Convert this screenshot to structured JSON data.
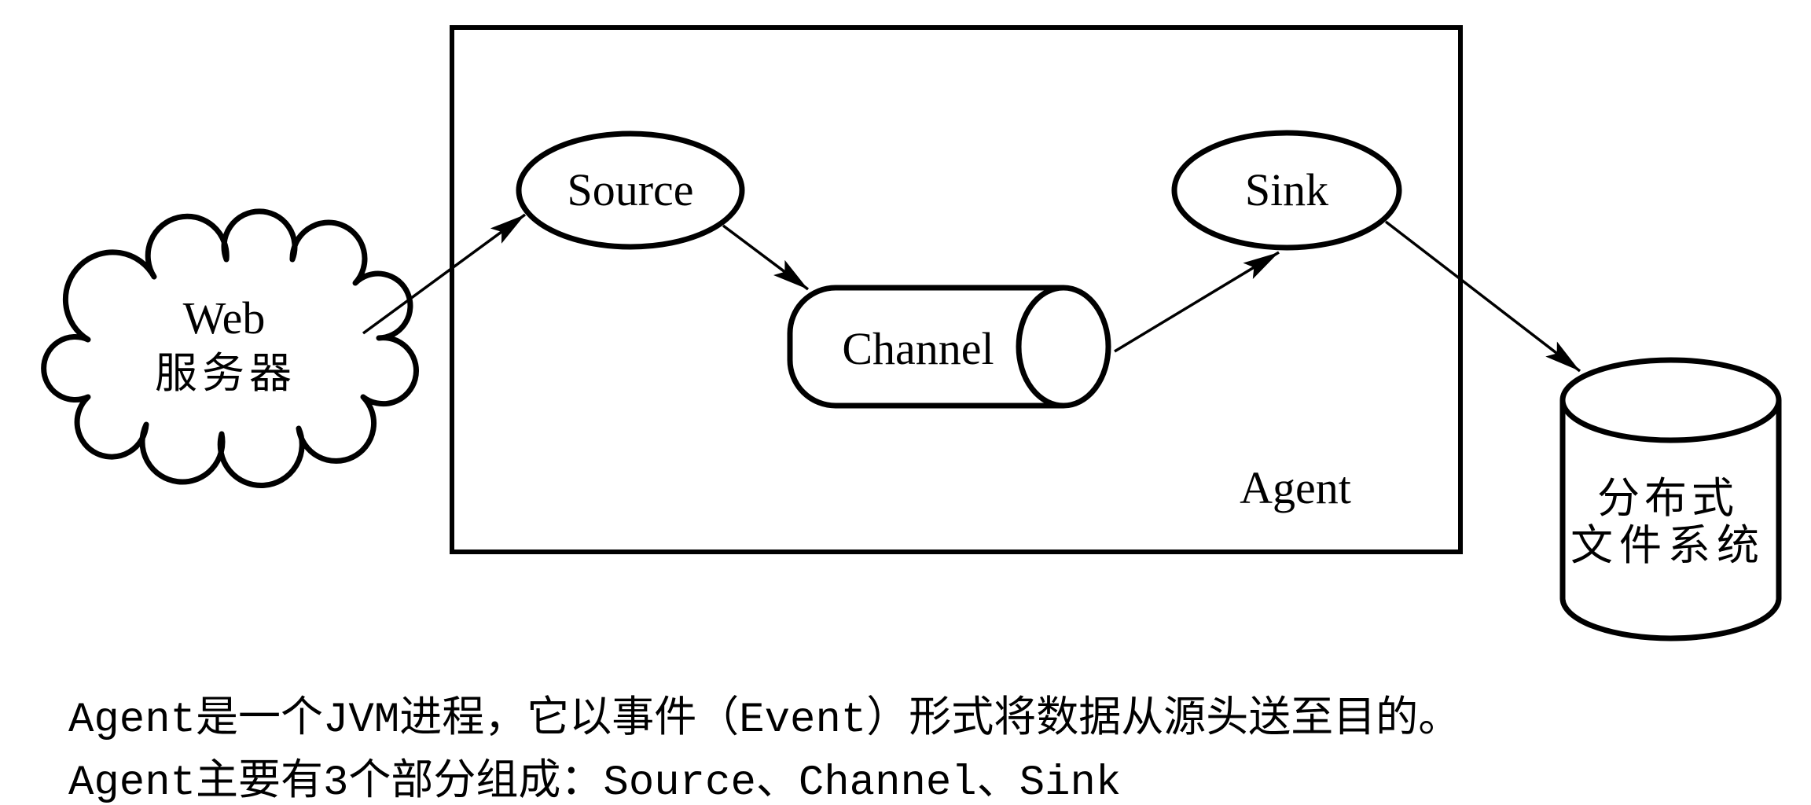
{
  "colors": {
    "ink": "#000000",
    "background": "#ffffff"
  },
  "nodes": {
    "web_server": {
      "label_line1": "Web",
      "label_line2": "服务器"
    },
    "agent_box": {
      "label": "Agent"
    },
    "source": {
      "label": "Source"
    },
    "channel": {
      "label": "Channel"
    },
    "sink": {
      "label": "Sink"
    },
    "distributed_fs": {
      "label_line1": "分布式",
      "label_line2": "文件系统"
    }
  },
  "caption": {
    "line1": "Agent是一个JVM进程，它以事件（Event）形式将数据从源头送至目的。",
    "line2": "Agent主要有3个部分组成：Source、Channel、Sink"
  }
}
